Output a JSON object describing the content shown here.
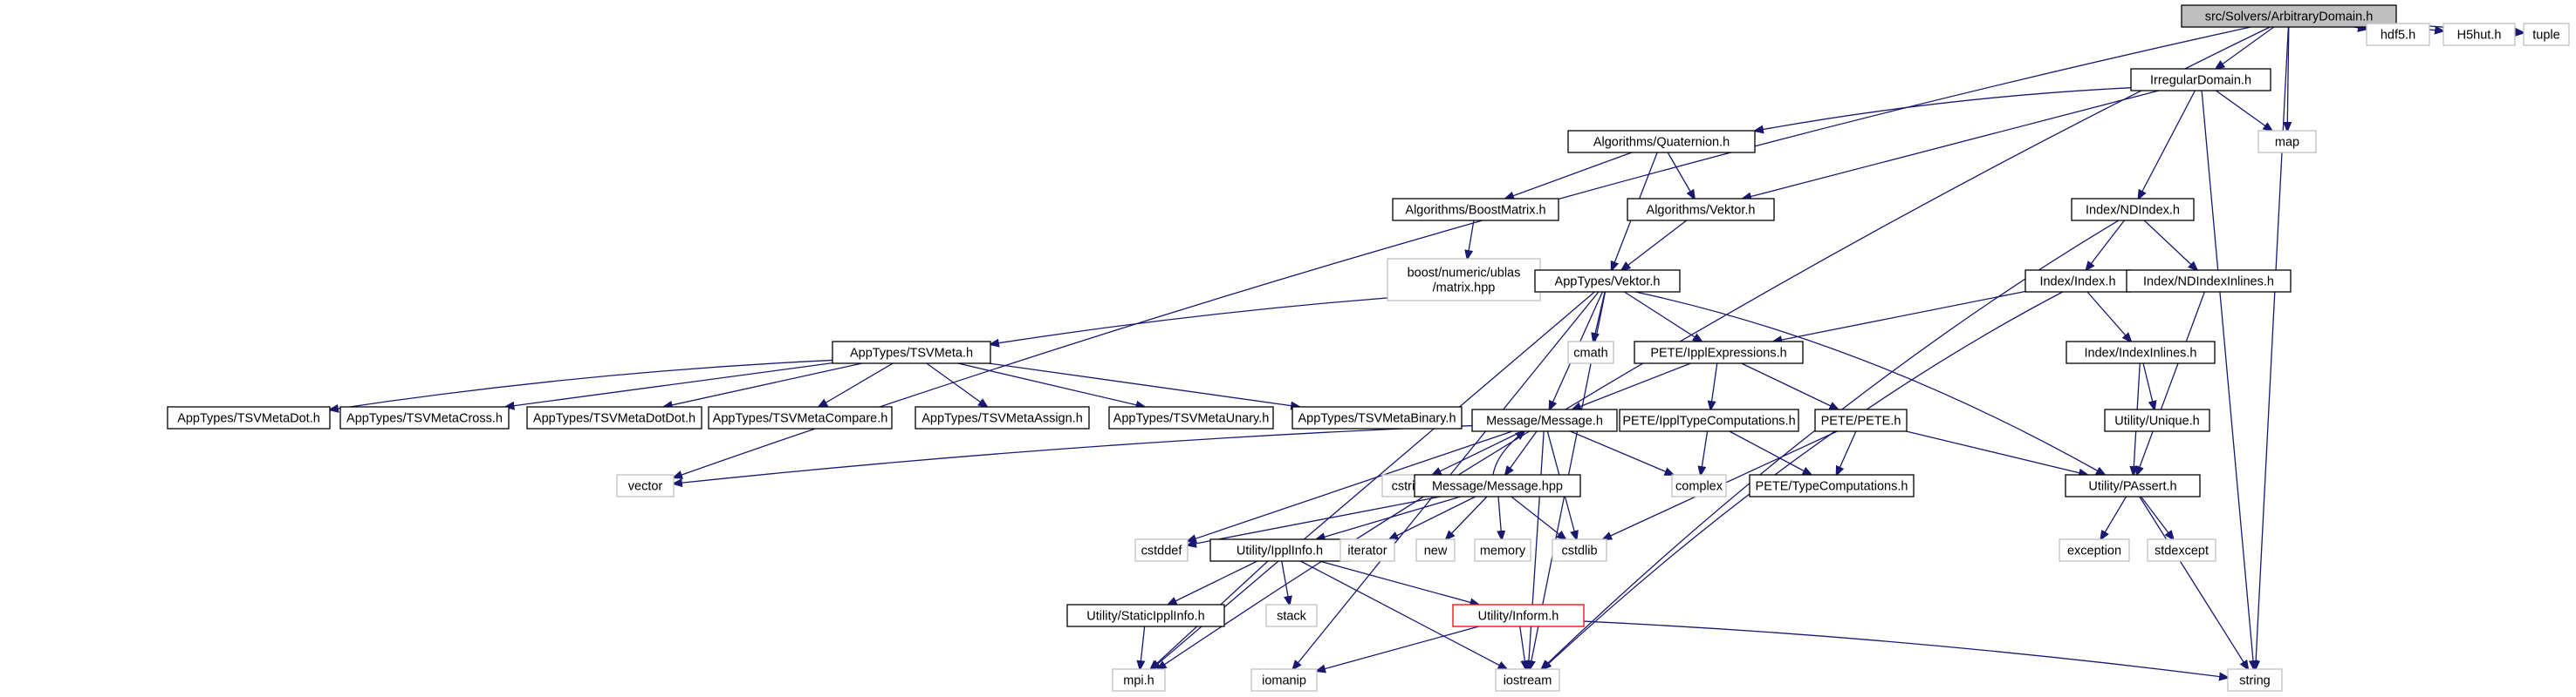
{
  "title": "src/Solvers/ArbitraryDomain.h",
  "nodes": {
    "arbitrary_domain": {
      "label": "src/Solvers/ArbitraryDomain.h",
      "kind": "root"
    },
    "irregular_domain": {
      "label": "IrregularDomain.h",
      "kind": "file"
    },
    "hdf5": {
      "label": "hdf5.h",
      "kind": "system"
    },
    "h5hut": {
      "label": "H5hut.h",
      "kind": "system"
    },
    "tuple": {
      "label": "tuple",
      "kind": "system"
    },
    "map": {
      "label": "map",
      "kind": "system"
    },
    "quaternion": {
      "label": "Algorithms/Quaternion.h",
      "kind": "file"
    },
    "boost_matrix": {
      "label": "Algorithms/BoostMatrix.h",
      "kind": "file"
    },
    "boost_ublas": {
      "label": "boost/numeric/ublas\n/matrix.hpp",
      "kind": "system"
    },
    "alg_vektor": {
      "label": "Algorithms/Vektor.h",
      "kind": "file"
    },
    "ndindex": {
      "label": "Index/NDIndex.h",
      "kind": "file"
    },
    "index": {
      "label": "Index/Index.h",
      "kind": "file"
    },
    "ndindex_inlines": {
      "label": "Index/NDIndexInlines.h",
      "kind": "file"
    },
    "app_vektor": {
      "label": "AppTypes/Vektor.h",
      "kind": "file"
    },
    "index_inlines": {
      "label": "Index/IndexInlines.h",
      "kind": "file"
    },
    "tsvmeta": {
      "label": "AppTypes/TSVMeta.h",
      "kind": "file"
    },
    "cmath": {
      "label": "cmath",
      "kind": "system"
    },
    "ippl_expressions": {
      "label": "PETE/IpplExpressions.h",
      "kind": "file"
    },
    "unique": {
      "label": "Utility/Unique.h",
      "kind": "file"
    },
    "tsv_dot": {
      "label": "AppTypes/TSVMetaDot.h",
      "kind": "file"
    },
    "tsv_cross": {
      "label": "AppTypes/TSVMetaCross.h",
      "kind": "file"
    },
    "tsv_dotdot": {
      "label": "AppTypes/TSVMetaDotDot.h",
      "kind": "file"
    },
    "tsv_compare": {
      "label": "AppTypes/TSVMetaCompare.h",
      "kind": "file"
    },
    "tsv_assign": {
      "label": "AppTypes/TSVMetaAssign.h",
      "kind": "file"
    },
    "tsv_unary": {
      "label": "AppTypes/TSVMetaUnary.h",
      "kind": "file"
    },
    "tsv_binary": {
      "label": "AppTypes/TSVMetaBinary.h",
      "kind": "file"
    },
    "message_h": {
      "label": "Message/Message.h",
      "kind": "file"
    },
    "ippl_type_comp": {
      "label": "PETE/IpplTypeComputations.h",
      "kind": "file"
    },
    "pete": {
      "label": "PETE/PETE.h",
      "kind": "file"
    },
    "vector": {
      "label": "vector",
      "kind": "system"
    },
    "cstring": {
      "label": "cstring",
      "kind": "system"
    },
    "message_hpp": {
      "label": "Message/Message.hpp",
      "kind": "file"
    },
    "complex": {
      "label": "complex",
      "kind": "system"
    },
    "type_comp": {
      "label": "PETE/TypeComputations.h",
      "kind": "file"
    },
    "passert": {
      "label": "Utility/PAssert.h",
      "kind": "file"
    },
    "cstddef": {
      "label": "cstddef",
      "kind": "system"
    },
    "ippl_info": {
      "label": "Utility/IpplInfo.h",
      "kind": "file"
    },
    "iterator": {
      "label": "iterator",
      "kind": "system"
    },
    "new": {
      "label": "new",
      "kind": "system"
    },
    "memory": {
      "label": "memory",
      "kind": "system"
    },
    "cstdlib": {
      "label": "cstdlib",
      "kind": "system"
    },
    "exception": {
      "label": "exception",
      "kind": "system"
    },
    "stdexcept": {
      "label": "stdexcept",
      "kind": "system"
    },
    "static_ippl_info": {
      "label": "Utility/StaticIpplInfo.h",
      "kind": "file"
    },
    "stack": {
      "label": "stack",
      "kind": "system"
    },
    "inform": {
      "label": "Utility/Inform.h",
      "kind": "truncated"
    },
    "string": {
      "label": "string",
      "kind": "system"
    },
    "mpi": {
      "label": "mpi.h",
      "kind": "system"
    },
    "iomanip": {
      "label": "iomanip",
      "kind": "system"
    },
    "iostream": {
      "label": "iostream",
      "kind": "system"
    }
  },
  "edges": [
    [
      "arbitrary_domain",
      "irregular_domain"
    ],
    [
      "arbitrary_domain",
      "hdf5"
    ],
    [
      "arbitrary_domain",
      "h5hut"
    ],
    [
      "arbitrary_domain",
      "tuple"
    ],
    [
      "arbitrary_domain",
      "map"
    ],
    [
      "arbitrary_domain",
      "string"
    ],
    [
      "arbitrary_domain",
      "vector"
    ],
    [
      "arbitrary_domain",
      "mpi"
    ],
    [
      "irregular_domain",
      "quaternion"
    ],
    [
      "irregular_domain",
      "alg_vektor"
    ],
    [
      "irregular_domain",
      "ndindex"
    ],
    [
      "irregular_domain",
      "map"
    ],
    [
      "irregular_domain",
      "string"
    ],
    [
      "quaternion",
      "boost_matrix"
    ],
    [
      "quaternion",
      "alg_vektor"
    ],
    [
      "quaternion",
      "app_vektor"
    ],
    [
      "boost_matrix",
      "boost_ublas"
    ],
    [
      "alg_vektor",
      "app_vektor"
    ],
    [
      "ndindex",
      "index"
    ],
    [
      "ndindex",
      "ndindex_inlines"
    ],
    [
      "ndindex",
      "iostream"
    ],
    [
      "index",
      "ippl_expressions"
    ],
    [
      "index",
      "index_inlines"
    ],
    [
      "index",
      "iostream"
    ],
    [
      "ndindex_inlines",
      "passert"
    ],
    [
      "index_inlines",
      "unique"
    ],
    [
      "index_inlines",
      "passert"
    ],
    [
      "app_vektor",
      "tsvmeta"
    ],
    [
      "app_vektor",
      "cmath"
    ],
    [
      "app_vektor",
      "ippl_expressions"
    ],
    [
      "app_vektor",
      "message_h"
    ],
    [
      "app_vektor",
      "passert"
    ],
    [
      "app_vektor",
      "iostream"
    ],
    [
      "app_vektor",
      "iomanip"
    ],
    [
      "app_vektor",
      "mpi"
    ],
    [
      "tsvmeta",
      "tsv_dot"
    ],
    [
      "tsvmeta",
      "tsv_cross"
    ],
    [
      "tsvmeta",
      "tsv_dotdot"
    ],
    [
      "tsvmeta",
      "tsv_compare"
    ],
    [
      "tsvmeta",
      "tsv_assign"
    ],
    [
      "tsvmeta",
      "tsv_unary"
    ],
    [
      "tsvmeta",
      "tsv_binary"
    ],
    [
      "ippl_expressions",
      "message_h"
    ],
    [
      "ippl_expressions",
      "ippl_type_comp"
    ],
    [
      "ippl_expressions",
      "pete"
    ],
    [
      "message_h",
      "vector"
    ],
    [
      "message_h",
      "cstring"
    ],
    [
      "message_h",
      "message_hpp"
    ],
    [
      "message_h",
      "complex"
    ],
    [
      "message_h",
      "cstddef"
    ],
    [
      "message_h",
      "cstdlib"
    ],
    [
      "message_h",
      "iostream"
    ],
    [
      "message_hpp",
      "message_h"
    ],
    [
      "message_hpp",
      "cstddef"
    ],
    [
      "message_hpp",
      "ippl_info"
    ],
    [
      "message_hpp",
      "iterator"
    ],
    [
      "message_hpp",
      "new"
    ],
    [
      "message_hpp",
      "memory"
    ],
    [
      "message_hpp",
      "cstdlib"
    ],
    [
      "ippl_type_comp",
      "complex"
    ],
    [
      "ippl_type_comp",
      "type_comp"
    ],
    [
      "pete",
      "type_comp"
    ],
    [
      "pete",
      "passert"
    ],
    [
      "pete",
      "cstdlib"
    ],
    [
      "passert",
      "exception"
    ],
    [
      "passert",
      "stdexcept"
    ],
    [
      "passert",
      "string"
    ],
    [
      "ippl_info",
      "static_ippl_info"
    ],
    [
      "ippl_info",
      "stack"
    ],
    [
      "ippl_info",
      "inform"
    ],
    [
      "ippl_info",
      "mpi"
    ],
    [
      "ippl_info",
      "iostream"
    ],
    [
      "static_ippl_info",
      "mpi"
    ],
    [
      "inform",
      "iomanip"
    ],
    [
      "inform",
      "iostream"
    ],
    [
      "inform",
      "string"
    ]
  ],
  "colors": {
    "edge": "#191970",
    "file_fill": "#ffffff",
    "file_stroke": "#000000",
    "root_fill": "#bfbfbf",
    "system_stroke": "#bfbfbf",
    "system_text": "#000000",
    "truncated_stroke": "#ff0000"
  }
}
